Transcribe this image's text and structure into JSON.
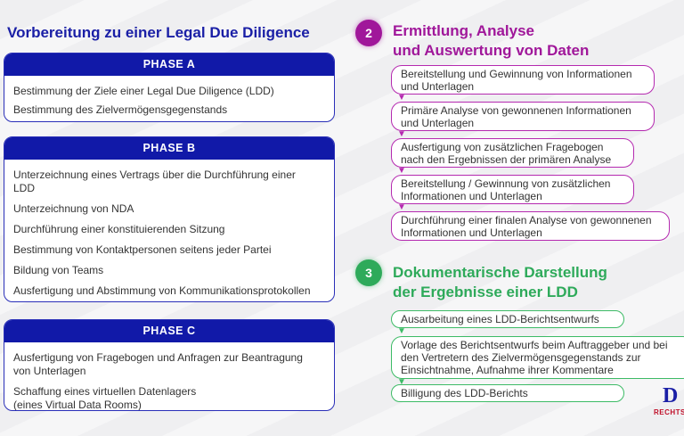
{
  "left": {
    "title": "Vorbereitung zu einer Legal Due Diligence",
    "phases": [
      {
        "label": "PHASE A",
        "items": [
          "Bestimmung der Ziele einer Legal Due Diligence (LDD)",
          "Bestimmung des Zielvermögensgegenstands"
        ]
      },
      {
        "label": "PHASE B",
        "items": [
          "Unterzeichnung eines Vertrags über die Durchführung einer LDD",
          "Unterzeichnung von NDA",
          "Durchführung einer konstituierenden Sitzung",
          "Bestimmung von Kontaktpersonen seitens jeder Partei",
          "Bildung von Teams",
          "Ausfertigung und Abstimmung von Kommunikationsprotokollen"
        ]
      },
      {
        "label": "PHASE C",
        "items": [
          "Ausfertigung von Fragebogen und Anfragen zur Beantragung von Unterlagen",
          "Schaffung eines virtuellen Datenlagers\n(eines Virtual Data Rooms)"
        ]
      }
    ]
  },
  "section2": {
    "number": "2",
    "title_line1": "Ermittlung, Analyse",
    "title_line2": "und Auswertung von Daten",
    "color": "#a0179a",
    "steps": [
      "Bereitstellung und Gewinnung von Informationen und Unterlagen",
      "Primäre Analyse von gewonnenen Informationen und Unterlagen",
      "Ausfertigung von zusätzlichen Fragebogen nach den Ergebnissen der primären Analyse",
      "Bereitstellung / Gewinnung von zusätzlichen Informationen und Unterlagen",
      "Durchführung einer finalen Analyse von gewonnenen Informationen und Unterlagen"
    ]
  },
  "section3": {
    "number": "3",
    "title_line1": "Dokumentarische Darstellung",
    "title_line2": "der Ergebnisse einer LDD",
    "color": "#2eaa5a",
    "steps": [
      "Ausarbeitung eines LDD-Berichtsentwurfs",
      "Vorlage des Berichtsentwurfs beim Auftraggeber und bei den Vertretern des Zielvermögensgegenstands zur Einsichtnahme, Aufnahme ihrer Kommentare",
      "Billigung des LDD-Berichts"
    ]
  },
  "logo": {
    "letter": "D",
    "subtitle": "RECHTS"
  }
}
